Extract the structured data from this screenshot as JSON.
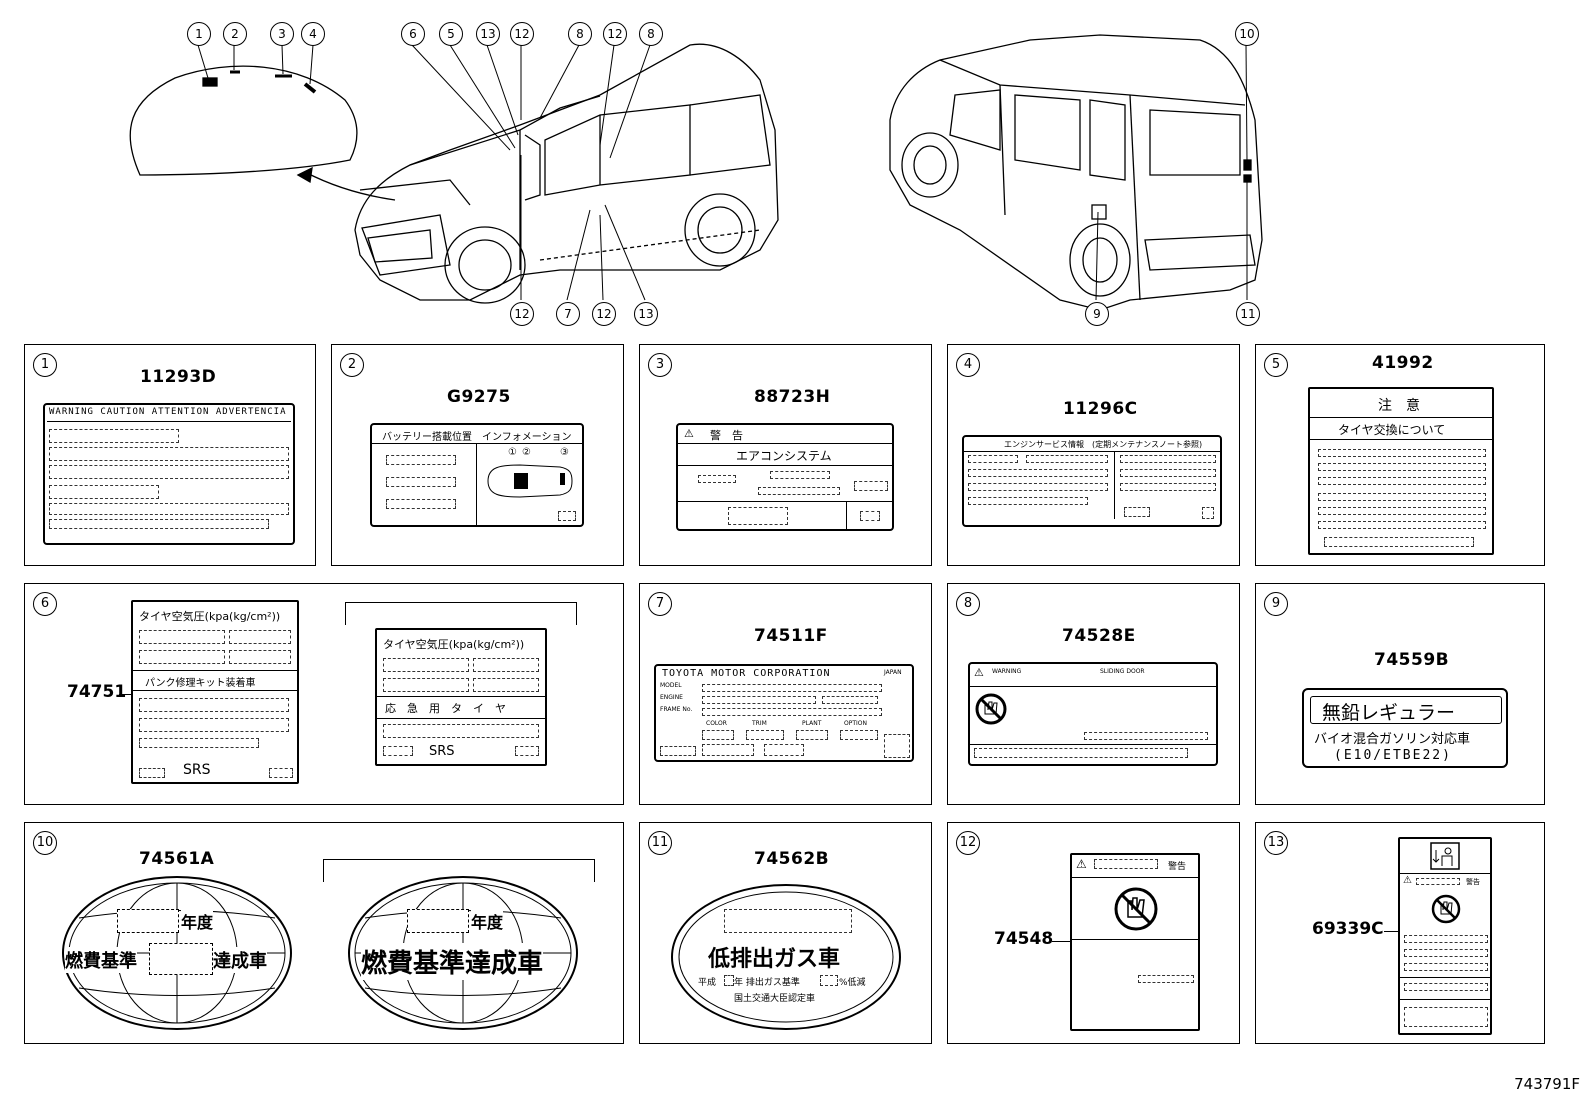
{
  "diagram_id": "743791F",
  "callouts_top": [
    "1",
    "2",
    "3",
    "4",
    "6",
    "5",
    "13",
    "12",
    "8",
    "12",
    "8",
    "10"
  ],
  "callouts_bottom": [
    "12",
    "7",
    "12",
    "13",
    "9",
    "11"
  ],
  "panels": [
    {
      "num": "1",
      "part": "11293D",
      "caption": "WARNING CAUTION ATTENTION ADVERTENCIA"
    },
    {
      "num": "2",
      "part": "G9275",
      "left": "バッテリー搭載位置",
      "right": "インフォメーション",
      "m1": "①",
      "m2": "②",
      "m3": "③"
    },
    {
      "num": "3",
      "part": "88723H",
      "warn": "警　告",
      "title": "エアコンシステム"
    },
    {
      "num": "4",
      "part": "11296C",
      "header": "エンジンサービス情報　(定期メンテナンスノート参照)"
    },
    {
      "num": "5",
      "part": "41992",
      "warn": "注　意",
      "title": "タイヤ交換について"
    },
    {
      "num": "6",
      "part": "74751",
      "a_title": "タイヤ空気圧(kpa(kg/cm²))",
      "a_sub": "パンク修理キット装着車",
      "b_title": "タイヤ空気圧(kpa(kg/cm²))",
      "b_sub": "応　急　用　タ　イ　ヤ",
      "srs": "SRS"
    },
    {
      "num": "7",
      "part": "74511F",
      "maker": "TOYOTA MOTOR CORPORATION",
      "japan": "JAPAN",
      "model": "MODEL",
      "engine": "ENGINE",
      "frame": "FRAME No.",
      "color": "COLOR",
      "trim": "TRIM",
      "plant": "PLANT",
      "option": "OPTION"
    },
    {
      "num": "8",
      "part": "74528E",
      "warn": "WARNING",
      "sliding": "SLIDING DOOR"
    },
    {
      "num": "9",
      "part": "74559B",
      "big": "無鉛レギュラー",
      "line2": "バイオ混合ガソリン対応車",
      "line3": "(E10/ETBE22)"
    },
    {
      "num": "10",
      "part": "74561A",
      "year": "年度",
      "a_left": "燃費基準",
      "a_right": "達成車",
      "b_text": "燃費基準達成車"
    },
    {
      "num": "11",
      "part": "74562B",
      "big": "低排出ガス車",
      "l1a": "平成",
      "l1b": "年 排出ガス基準",
      "l1c": "%低減",
      "l2": "国土交通大臣認定車"
    },
    {
      "num": "12",
      "part": "74548",
      "warn": "警告"
    },
    {
      "num": "13",
      "part": "69339C",
      "warn": "警告"
    }
  ]
}
